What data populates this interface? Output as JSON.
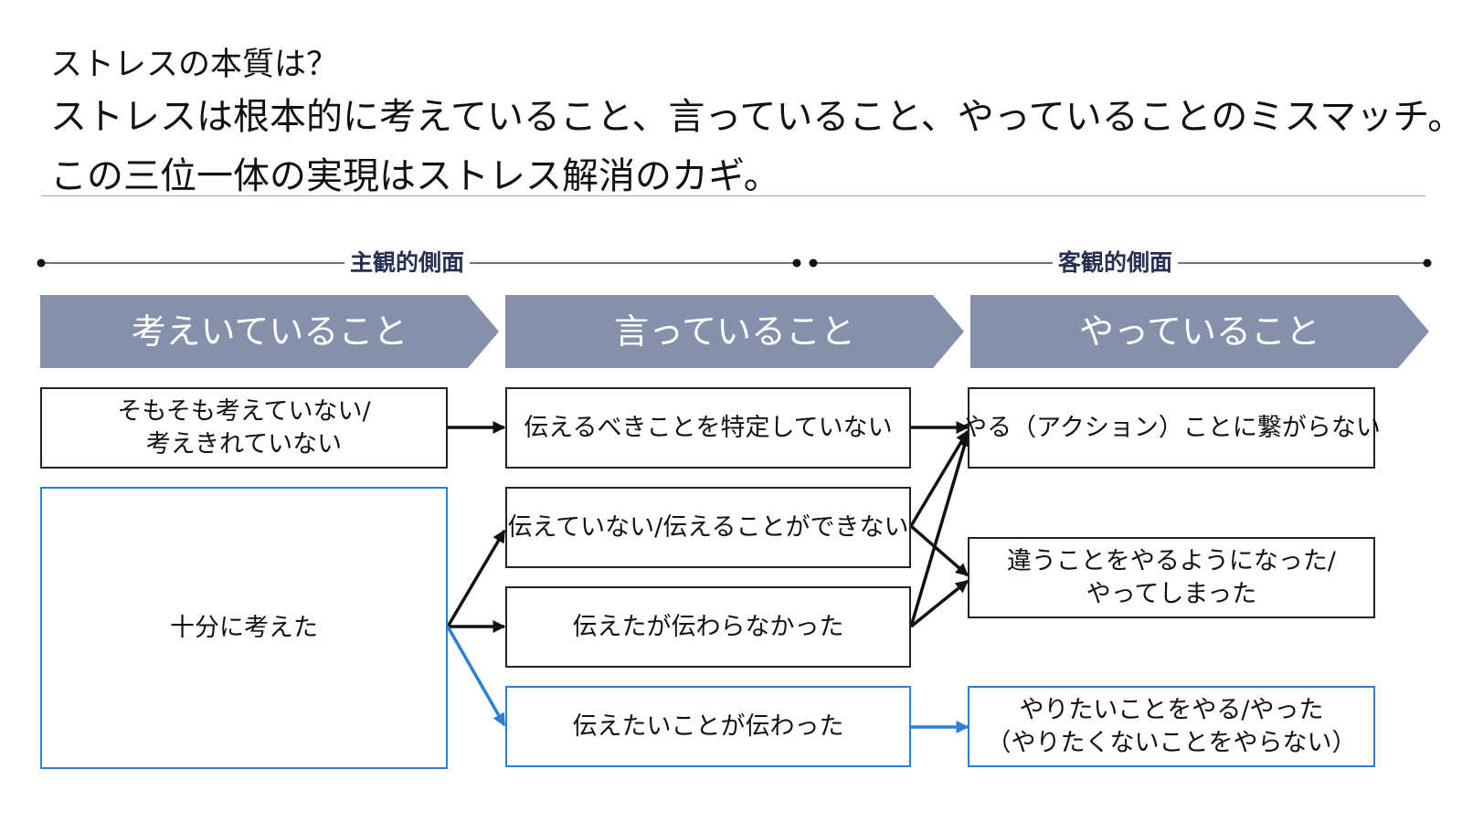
{
  "title": {
    "line1": "ストレスの本質は？",
    "line2": "ストレスは根本的に考えていること、言っていること、やっていることのミスマッチ。",
    "line3": "この三位一体の実現はストレス解消のカギ。"
  },
  "aspects": {
    "subjective": "主観的側面",
    "objective": "客観的側面"
  },
  "columns": [
    "考えいていること",
    "言っていること",
    "やっていること"
  ],
  "colors": {
    "chevron": "#8591ab",
    "accent_blue": "#2b7fd4",
    "aspect_text": "#263152",
    "title_rule": "#8fb3d9"
  },
  "think": {
    "notthought": [
      "そもそも考えていない/",
      "考えきれていない"
    ],
    "thought": "十分に考えた"
  },
  "say": {
    "unspecified": "伝えるべきことを特定していない",
    "cannot": "伝えていない/伝えることができない",
    "notconveyed": "伝えたが伝わらなかった",
    "conveyed": "伝えたいことが伝わった"
  },
  "do": {
    "noaction": "やる（アクション）ことに繋がらない",
    "different": [
      "違うことをやるようになった/",
      "やってしまった"
    ],
    "wanted": [
      "やりたいことをやる/やった",
      "（やりたくないことをやらない）"
    ]
  }
}
